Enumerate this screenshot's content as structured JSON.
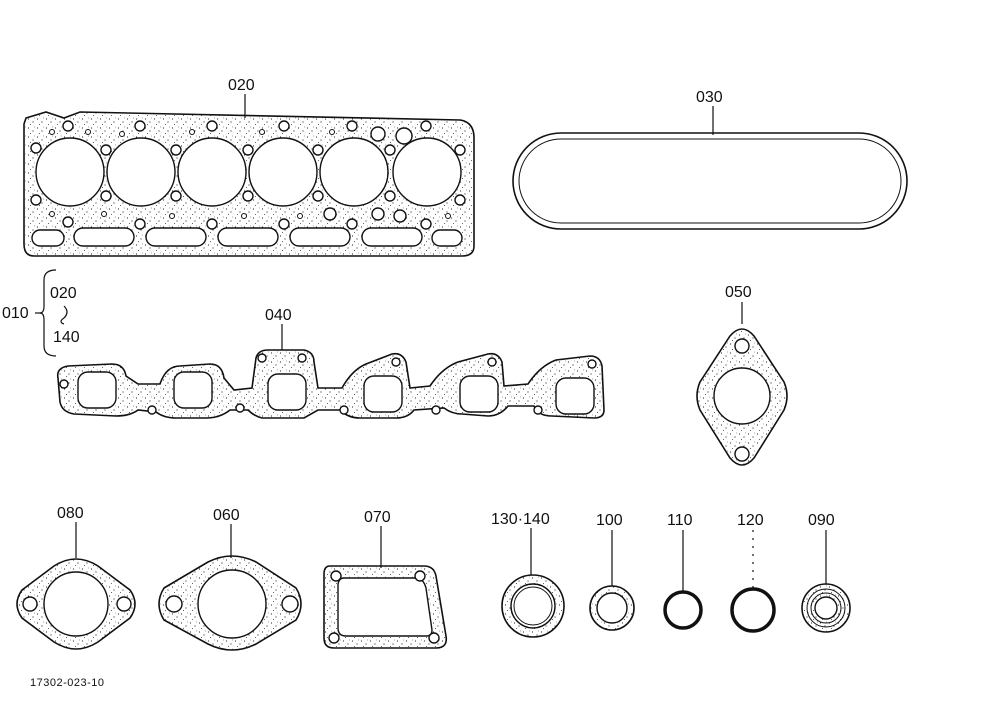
{
  "labels": {
    "p010": "010",
    "p020_top": "020",
    "p020_brace": "020",
    "p030": "030",
    "p040": "040",
    "p050": "050",
    "p060": "060",
    "p070": "070",
    "p080": "080",
    "p090": "090",
    "p100": "100",
    "p110": "110",
    "p120": "120",
    "p130_140": "130·140",
    "p140_brace": "140",
    "footer_code": "17302-023-10"
  }
}
